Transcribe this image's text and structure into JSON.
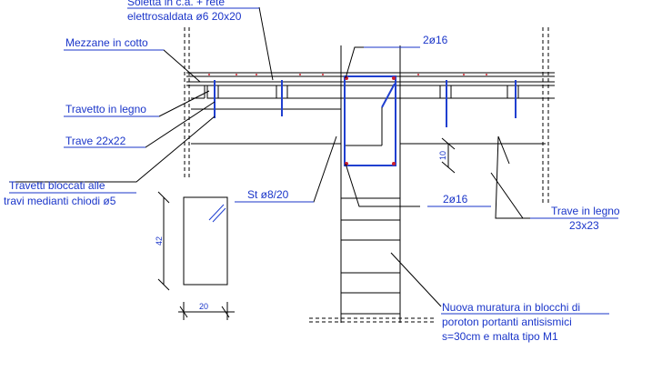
{
  "colors": {
    "line": "#000000",
    "label": "#1a35c9",
    "rebar": "#2040d0",
    "bar_dot": "#d0202c"
  },
  "labels": {
    "top_line1": "Soletta in c.a. + rete",
    "top_line2": "elettrosaldata ø6 20x20",
    "mezzane": "Mezzane in cotto",
    "two_bars_top": "2ø16",
    "travetto": "Travetto in legno",
    "trave_22": "Trave 22x22",
    "travetti_line1": "Travetti bloccati alle",
    "travetti_line2": "travi medianti chiodi ø5",
    "stirrup": "St ø8/20",
    "two_bars_bottom": "2ø16",
    "trave_legno_line1": "Trave in legno",
    "trave_legno_line2": "23x23",
    "muratura_line1": "Nuova muratura in blocchi di",
    "muratura_line2": "poroton portanti antisismici",
    "muratura_line3": "s=30cm e malta tipo M1"
  },
  "dimensions": {
    "dim_10": "10",
    "dim_42": "42",
    "dim_20": "20"
  }
}
